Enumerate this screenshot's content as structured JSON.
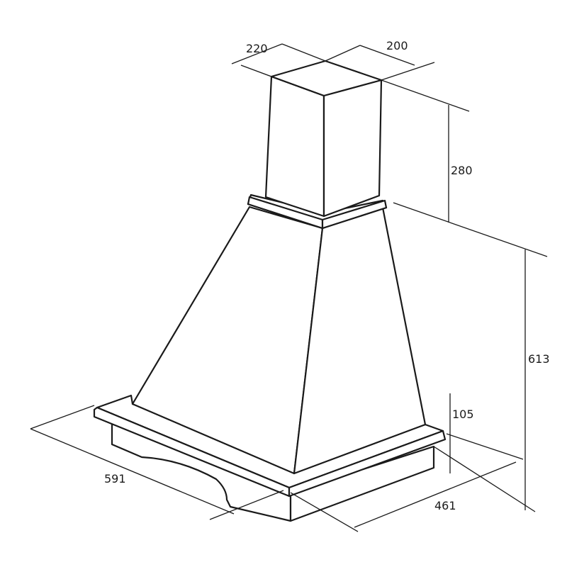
{
  "dimensions": {
    "chimney_depth": "220",
    "chimney_width": "200",
    "chimney_height": "280",
    "body_height": "613",
    "base_height": "105",
    "base_width": "591",
    "base_depth": "461"
  },
  "colors": {
    "line": "#1a1a1a",
    "background": "#ffffff"
  }
}
